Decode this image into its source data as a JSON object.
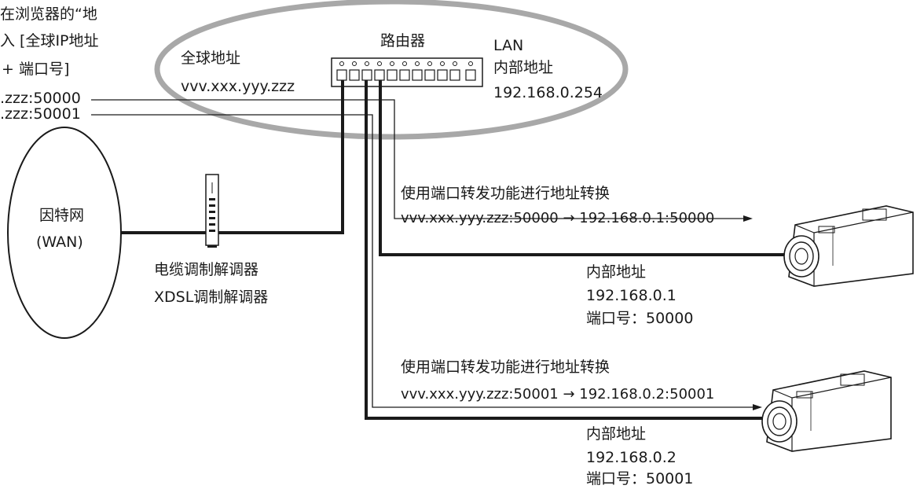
{
  "intro": {
    "line1": "在浏览器的“地",
    "line2": "入 [全球IP地址",
    "line3": "+ 端口号]",
    "port_a": ".zzz:50000",
    "port_b": ".zzz:50001"
  },
  "internet": {
    "label": "因特网",
    "sublabel": "(WAN)"
  },
  "modem": {
    "label1": "电缆调制解调器",
    "label2": "XDSL调制解调器"
  },
  "router": {
    "title": "路由器",
    "global_label": "全球地址",
    "global_value": "vvv.xxx.yyy.zzz",
    "lan_label": "LAN",
    "lan_internal_label": "内部地址",
    "lan_ip": "192.168.0.254"
  },
  "forward1": {
    "title": "使用端口转发功能进行地址转换",
    "mapping": "vvv.xxx.yyy.zzz:50000 → 192.168.0.1:50000"
  },
  "camera1": {
    "label": "内部地址",
    "ip": "192.168.0.1",
    "port": "端口号：50000"
  },
  "forward2": {
    "title": "使用端口转发功能进行地址转换",
    "mapping": "vvv.xxx.yyy.zzz:50001 → 192.168.0.2:50001"
  },
  "camera2": {
    "label": "内部地址",
    "ip": "192.168.0.2",
    "port": "端口号：50001"
  },
  "colors": {
    "line": "#1a1a1a",
    "ellipse": "#a8a8a8"
  }
}
